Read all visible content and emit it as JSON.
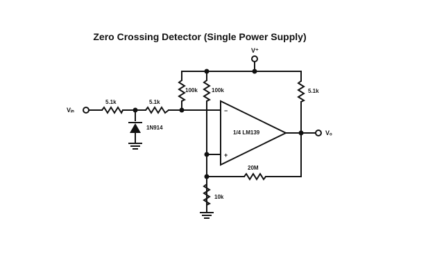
{
  "title": "Zero Crossing Detector (Single Power Supply)",
  "labels": {
    "vplus": "V⁺",
    "vin": "Vᵢₙ",
    "vout": "Vₒ",
    "r_in1": "5.1k",
    "r_in2": "5.1k",
    "diode": "1N914",
    "r_100k_a": "100k",
    "r_100k_b": "100k",
    "r_pullup": "5.1k",
    "comparator": "1/4 LM139",
    "minus": "−",
    "plus": "+",
    "r_feedback": "20M",
    "r_10k": "10k"
  }
}
